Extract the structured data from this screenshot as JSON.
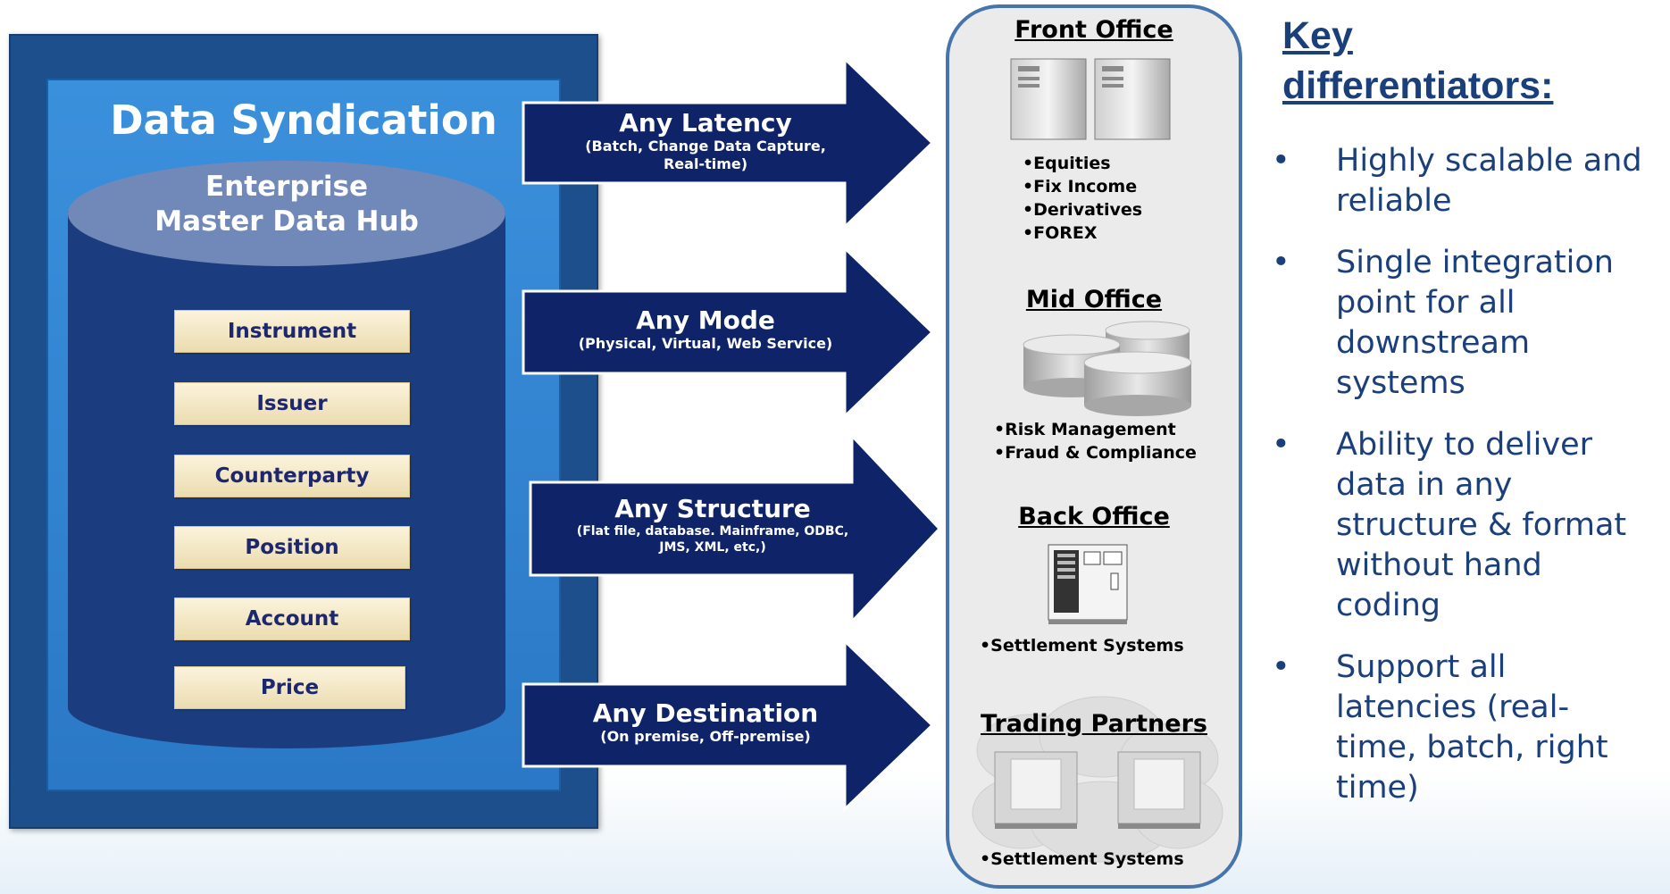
{
  "syndication": {
    "title": "Data Syndication",
    "hub_line1": "Enterprise",
    "hub_line2": "Master Data Hub",
    "entities": [
      "Instrument",
      "Issuer",
      "Counterparty",
      "Position",
      "Account",
      "Price"
    ]
  },
  "arrows": [
    {
      "title": "Any Latency",
      "subtitle_line1": "(Batch, Change Data Capture,",
      "subtitle_line2": "Real-time)"
    },
    {
      "title": "Any Mode",
      "subtitle_line1": "(Physical, Virtual, Web Service)",
      "subtitle_line2": ""
    },
    {
      "title": "Any Structure",
      "subtitle_line1": "(Flat file, database. Mainframe, ODBC,",
      "subtitle_line2": "JMS, XML, etc,)"
    },
    {
      "title": "Any Destination",
      "subtitle_line1": "(On premise, Off-premise)",
      "subtitle_line2": ""
    }
  ],
  "targets": [
    {
      "title": "Front Office",
      "items": [
        "•Equities",
        "•Fix Income",
        "•Derivatives",
        "•FOREX"
      ]
    },
    {
      "title": "Mid Office",
      "items": [
        "•Risk Management",
        "•Fraud & Compliance"
      ]
    },
    {
      "title": "Back Office",
      "items": [
        "•Settlement Systems"
      ]
    },
    {
      "title": "Trading Partners",
      "items": [
        "•Settlement Systems"
      ]
    }
  ],
  "key_differentiators": {
    "heading_line1": "Key",
    "heading_line2": "differentiators:",
    "items": [
      {
        "lines": [
          "Highly scalable and",
          "reliable"
        ]
      },
      {
        "lines": [
          "Single integration",
          "point for all",
          "downstream",
          "systems"
        ]
      },
      {
        "lines": [
          "Ability to deliver",
          "data in any",
          "structure & format",
          "without hand",
          "coding"
        ]
      },
      {
        "lines": [
          "Support all",
          "latencies (real-",
          "time, batch, right",
          "time)"
        ]
      }
    ]
  },
  "colors": {
    "frame": "#1d4f8d",
    "inner": "#2a78c6",
    "cylinder": "#1b3d80",
    "arrow": "#0f2468",
    "panel_border": "#4575ac",
    "text_blue": "#1a3f7a"
  }
}
